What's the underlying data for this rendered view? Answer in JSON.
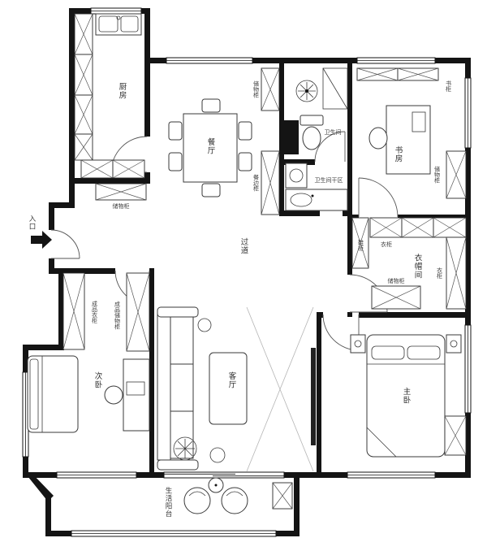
{
  "rooms": {
    "kitchen": "厨房",
    "dining": "餐厅",
    "bathroom": "卫生间",
    "bathroom_dry_area": "卫生间干区",
    "study": "书房",
    "hallway": "过道",
    "entrance": "入口",
    "second_bedroom": "次卧",
    "living_room": "客厅",
    "cloakroom": "衣帽间",
    "master_bedroom": "主卧",
    "balcony": "生活阳台"
  },
  "cabinets": {
    "entry_storage": "储物柜",
    "dining_storage": "储物柜",
    "sideboard": "餐边柜",
    "bookcase": "书柜",
    "study_storage": "储物柜",
    "shoe_cabinet": "鞋柜",
    "wardrobe_top": "衣柜",
    "wardrobe_side": "衣柜",
    "cloakroom_storage": "储物柜",
    "bedroom_wardrobe": "成品衣柜",
    "bedroom_storage": "成品储物柜"
  },
  "colors": {
    "wall": "#141414",
    "furniture_line": "#3a3a3a",
    "background": "#ffffff"
  }
}
